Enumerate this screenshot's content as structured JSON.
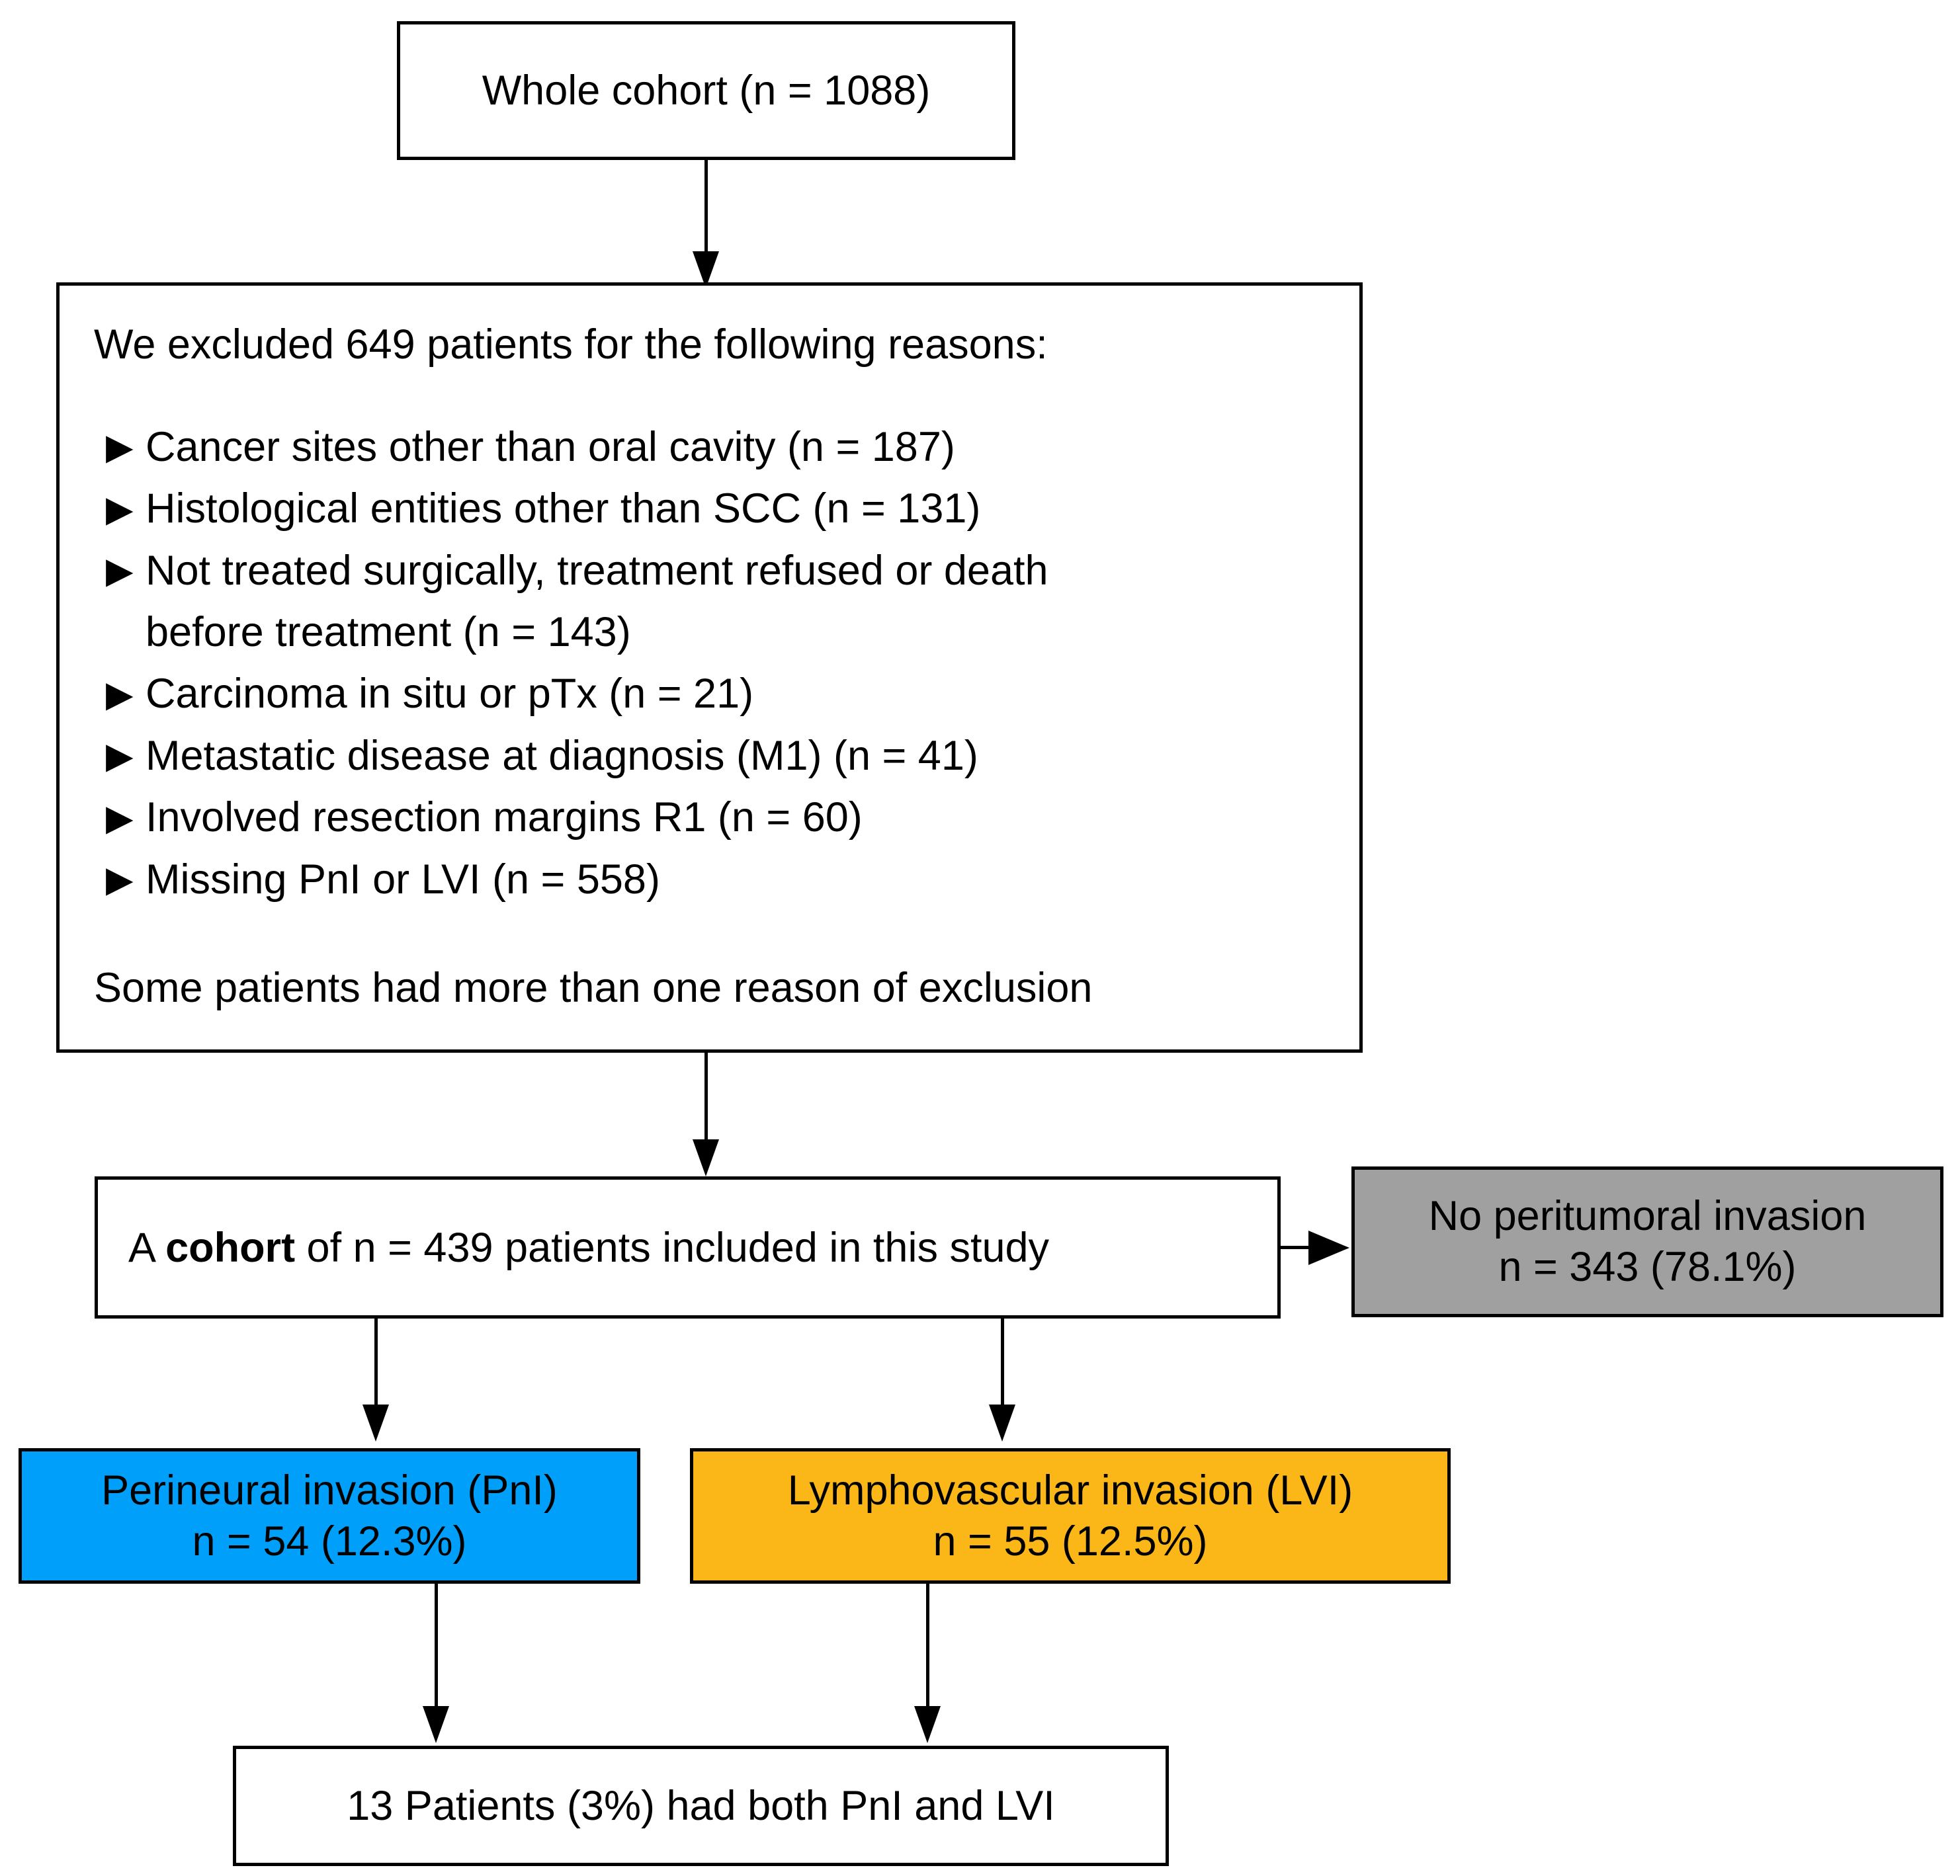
{
  "diagram": {
    "title": "Study cohort selection flowchart",
    "colors": {
      "pni_fill": "#00a0fa",
      "lvi_fill": "#fbb718",
      "no_invasion_fill": "#a0a0a0",
      "box_border": "#000000",
      "page_background": "#ffffff"
    },
    "bullet_glyph": "▶"
  },
  "nodes": {
    "whole_cohort": {
      "label": "Whole cohort (n = 1088)"
    },
    "exclusions": {
      "intro": "We excluded 649 patients for the following reasons:",
      "reasons": [
        {
          "text": "Cancer sites other than oral cavity (n = 187)",
          "n": 187
        },
        {
          "text": "Histological entities other than SCC (n = 131)",
          "n": 131
        },
        {
          "text": "Not treated surgically, treatment refused or death",
          "n": null
        },
        {
          "text": "before treatment (n = 143)",
          "n": 143,
          "continuation": true
        },
        {
          "text": "Carcinoma in situ or pTx (n = 21)",
          "n": 21
        },
        {
          "text": "Metastatic disease at diagnosis (M1) (n = 41)",
          "n": 41
        },
        {
          "text": "Involved resection margins R1 (n = 60)",
          "n": 60
        },
        {
          "text": "Missing PnI or LVI (n = 558)",
          "n": 558
        }
      ],
      "footnote": "Some patients had more than one reason of exclusion",
      "total_excluded": 649
    },
    "cohort": {
      "prefix": "A ",
      "bold": "cohort",
      "suffix": " of n = 439 patients included in this study",
      "n": 439
    },
    "no_invasion": {
      "line1": "No peritumoral invasion",
      "line2": "n = 343 (78.1%)",
      "n": 343,
      "percent": "78.1%"
    },
    "pni": {
      "line1": "Perineural invasion (PnI)",
      "line2": "n = 54 (12.3%)",
      "n": 54,
      "percent": "12.3%"
    },
    "lvi": {
      "line1": "Lymphovascular invasion (LVI)",
      "line2": "n = 55 (12.5%)",
      "n": 55,
      "percent": "12.5%"
    },
    "both": {
      "label": "13 Patients (3%) had both PnI and LVI",
      "n": 13,
      "percent": "3%"
    }
  }
}
